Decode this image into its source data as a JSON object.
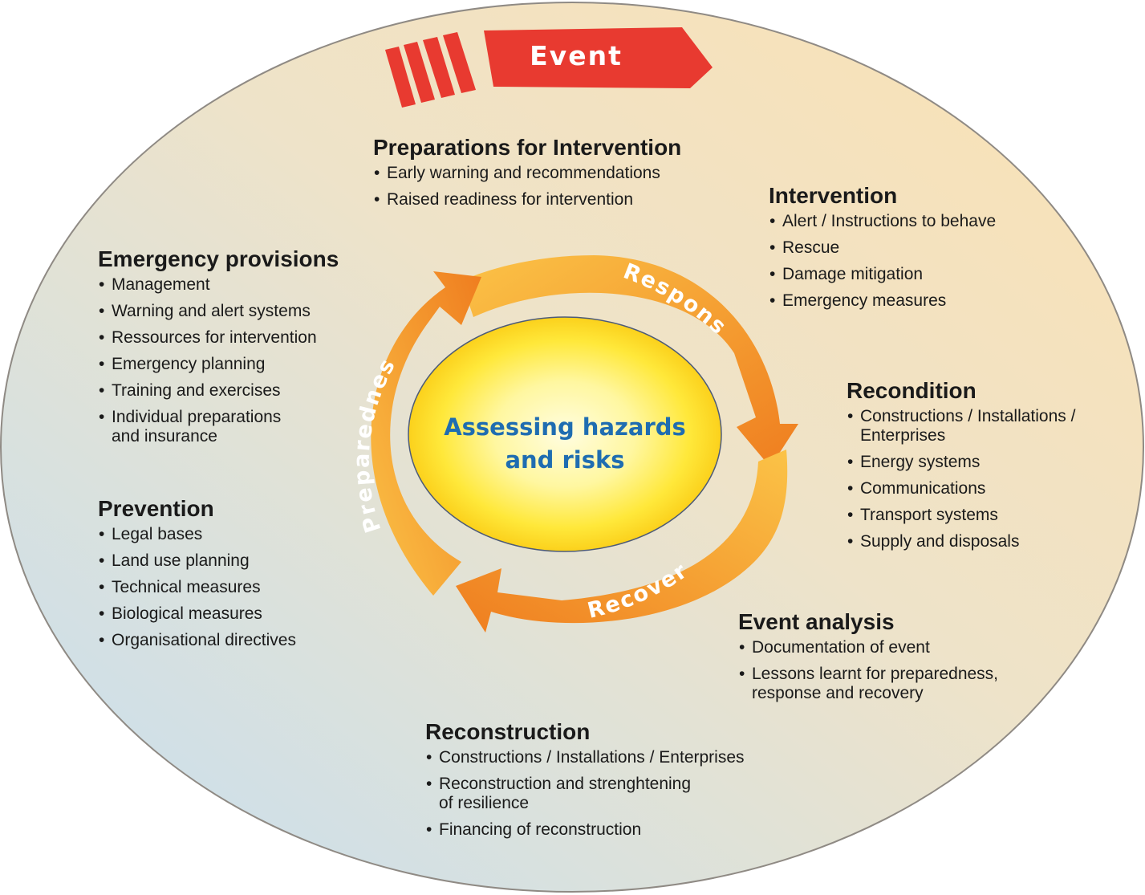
{
  "event": {
    "label": "Event"
  },
  "center": {
    "line1": "Assessing hazards",
    "line2": "and risks"
  },
  "cycle": {
    "response": "Response",
    "recovery": "Recovery",
    "preparedness": "Preparedness"
  },
  "colors": {
    "event_red": "#e83a30",
    "arrow_orange": "#f08a24",
    "arrow_yellow": "#fbbf3a",
    "center_yellow": "#fff34a",
    "center_text": "#1f6db1"
  },
  "sections": {
    "preparations": {
      "title": "Preparations for Intervention",
      "items": [
        [
          "Early warning and recommendations"
        ],
        [
          "Raised readiness for intervention"
        ]
      ]
    },
    "intervention": {
      "title": "Intervention",
      "items": [
        [
          "Alert / Instructions to behave"
        ],
        [
          "Rescue"
        ],
        [
          "Damage mitigation"
        ],
        [
          "Emergency measures"
        ]
      ]
    },
    "emergency": {
      "title": "Emergency provisions",
      "items": [
        [
          "Management"
        ],
        [
          "Warning and alert systems"
        ],
        [
          "Ressources for intervention"
        ],
        [
          "Emergency planning"
        ],
        [
          "Training and exercises"
        ],
        [
          "Individual preparations",
          "and insurance"
        ]
      ]
    },
    "recondition": {
      "title": "Recondition",
      "items": [
        [
          "Constructions / Installations /",
          "Enterprises"
        ],
        [
          "Energy systems"
        ],
        [
          "Communications"
        ],
        [
          "Transport systems"
        ],
        [
          "Supply and disposals"
        ]
      ]
    },
    "prevention": {
      "title": "Prevention",
      "items": [
        [
          "Legal bases"
        ],
        [
          "Land use planning"
        ],
        [
          "Technical measures"
        ],
        [
          "Biological measures"
        ],
        [
          "Organisational directives"
        ]
      ]
    },
    "analysis": {
      "title": "Event analysis",
      "items": [
        [
          "Documentation of event"
        ],
        [
          "Lessons learnt for preparedness,",
          "response and recovery"
        ]
      ]
    },
    "reconstruction": {
      "title": "Reconstruction",
      "items": [
        [
          "Constructions /  Installations / Enterprises"
        ],
        [
          "Reconstruction and strenghtening",
          "of resilience"
        ],
        [
          "Financing of reconstruction"
        ]
      ]
    }
  }
}
